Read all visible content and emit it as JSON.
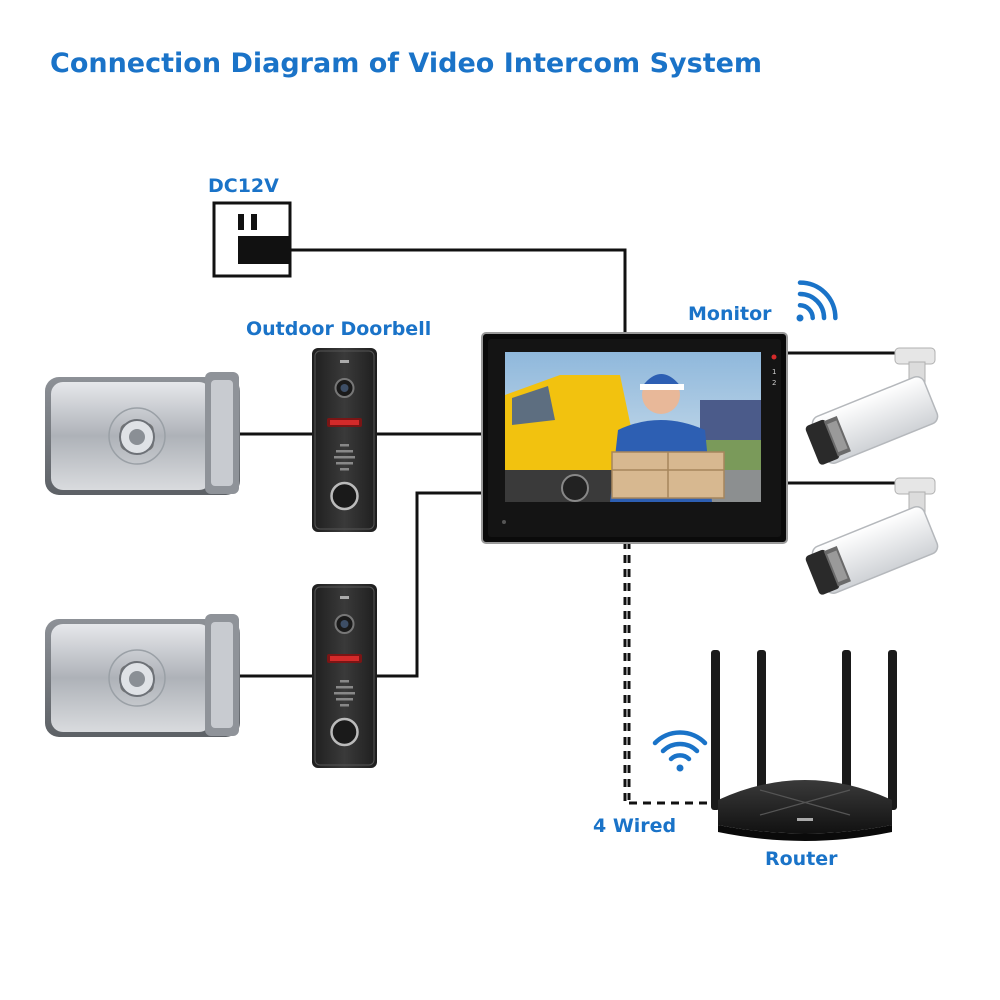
{
  "diagram": {
    "title": "Connection Diagram of Video Intercom System",
    "labels": {
      "power": "DC12V",
      "doorbell": "Outdoor Doorbell",
      "monitor": "Monitor",
      "wired": "4 Wired",
      "router": "Router"
    },
    "monitor_indicators": [
      "1",
      "2"
    ],
    "colors": {
      "label_blue": "#1a73c8",
      "wire": "#111111",
      "lock_metal": "#b9bcc1",
      "doorbell_body": "#2b2b2b",
      "doorbell_led": "#d42a2a",
      "router_body": "#1c1c1c",
      "camera_body": "#f2f2f2"
    },
    "icons": [
      "power-outlet-icon",
      "wifi-icon",
      "electric-lock-icon",
      "doorbell-icon",
      "monitor-icon",
      "cctv-camera-icon",
      "router-icon"
    ]
  }
}
